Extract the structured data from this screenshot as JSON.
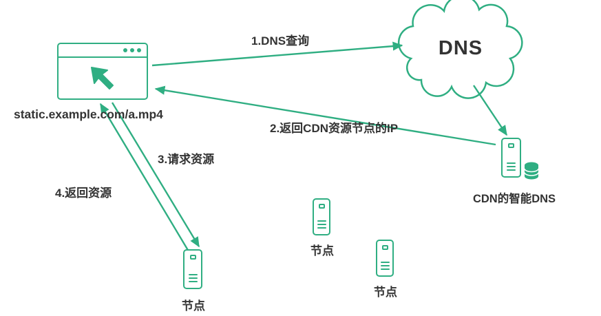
{
  "colors": {
    "accent": "#2fae82",
    "text": "#333333"
  },
  "browser": {
    "label": "static.example.com/a.mp4"
  },
  "dns": {
    "label": "DNS"
  },
  "cdn": {
    "label": "CDN的智能DNS"
  },
  "nodes": [
    {
      "label": "节点"
    },
    {
      "label": "节点"
    },
    {
      "label": "节点"
    }
  ],
  "arrows": [
    {
      "label": "1.DNS查询"
    },
    {
      "label": "2.返回CDN资源节点的IP"
    },
    {
      "label": "3.请求资源"
    },
    {
      "label": "4.返回资源"
    }
  ],
  "icons": {
    "browser": "browser-window",
    "cursor": "northwest-arrow",
    "server": "rack-server",
    "database": "database-cylinder",
    "cloud": "dns-cloud"
  }
}
